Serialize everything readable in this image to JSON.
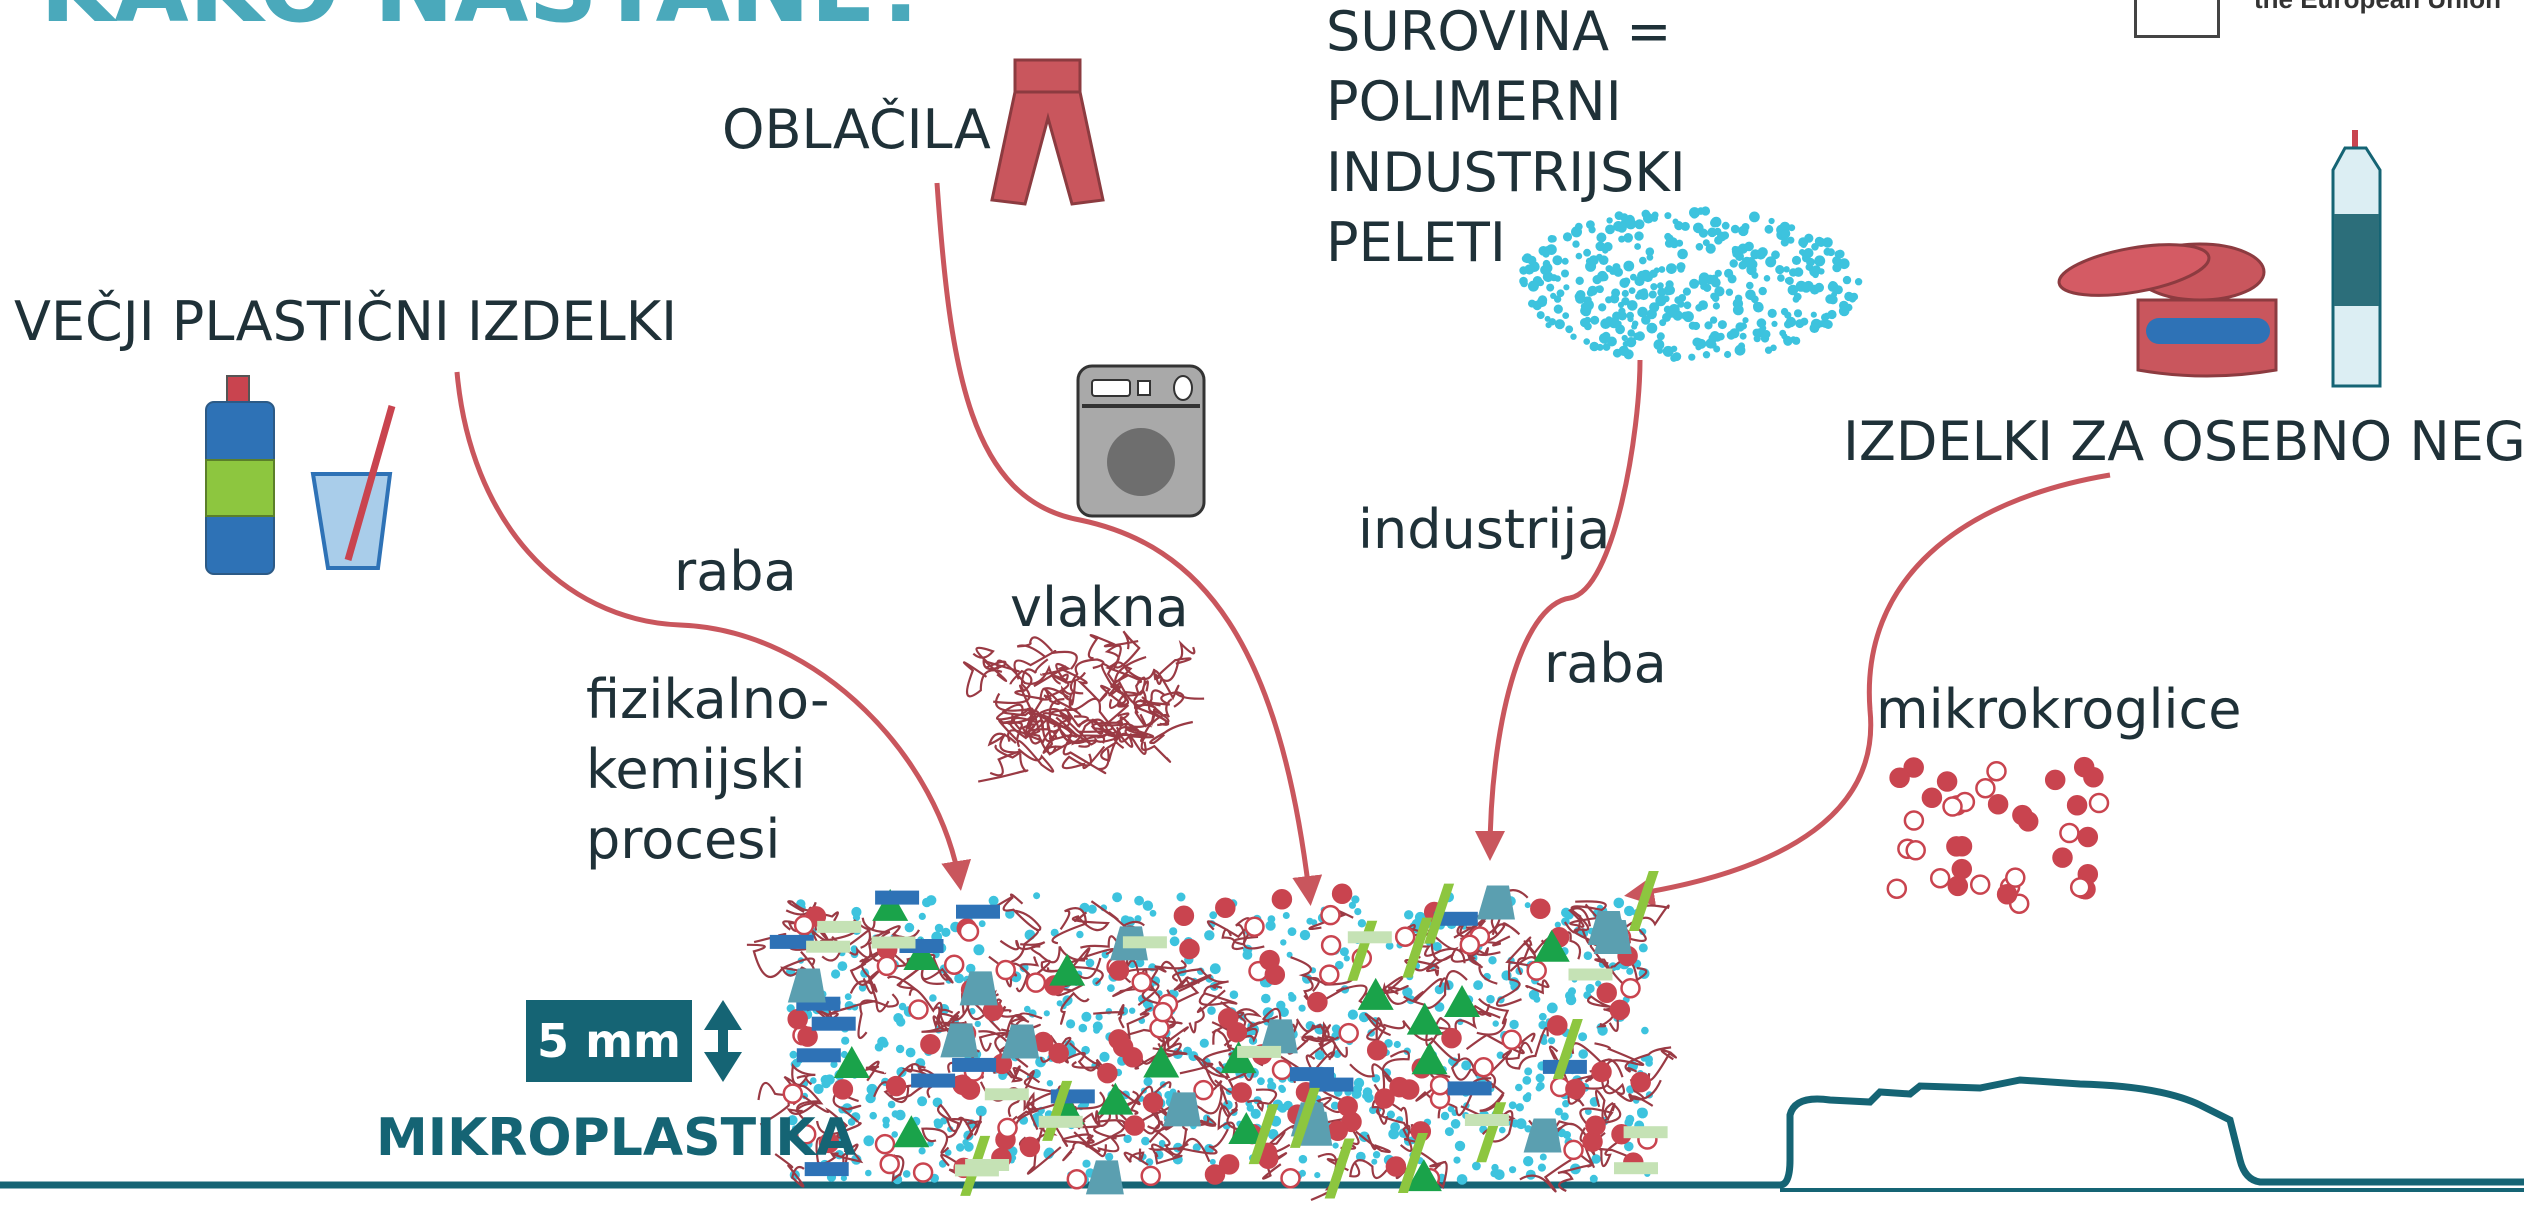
{
  "header": {
    "title_fragment": "KAKO NASTANE?",
    "eu_label": "the European Union"
  },
  "sources": {
    "larger_products": "VEČJI PLASTIČNI IZDELKI",
    "clothing": "OBLAČILA",
    "raw_material": [
      "SUROVINA =",
      "POLIMERNI",
      "INDUSTRIJSKI",
      "PELETI"
    ],
    "personal_care": "IZDELKI ZA OSEBNO NEGO"
  },
  "process_labels": {
    "use_1": "raba",
    "physchem": [
      "fizikalno-",
      "kemijski",
      "procesi"
    ],
    "fibers": "vlakna",
    "industry": "industrija",
    "use_2": "raba",
    "microbeads": "mikrokroglice"
  },
  "result": {
    "scale": "5 mm",
    "title": "MIKROPLASTIKA"
  },
  "colors": {
    "teal": "#156474",
    "light_teal": "#4aa9bb",
    "arrow_red": "#c9565d",
    "bead_red": "#c9444f",
    "pellet_cyan": "#3dc3de",
    "blue": "#2e72b6",
    "green": "#1aa34a",
    "lime": "#8dc63f"
  }
}
